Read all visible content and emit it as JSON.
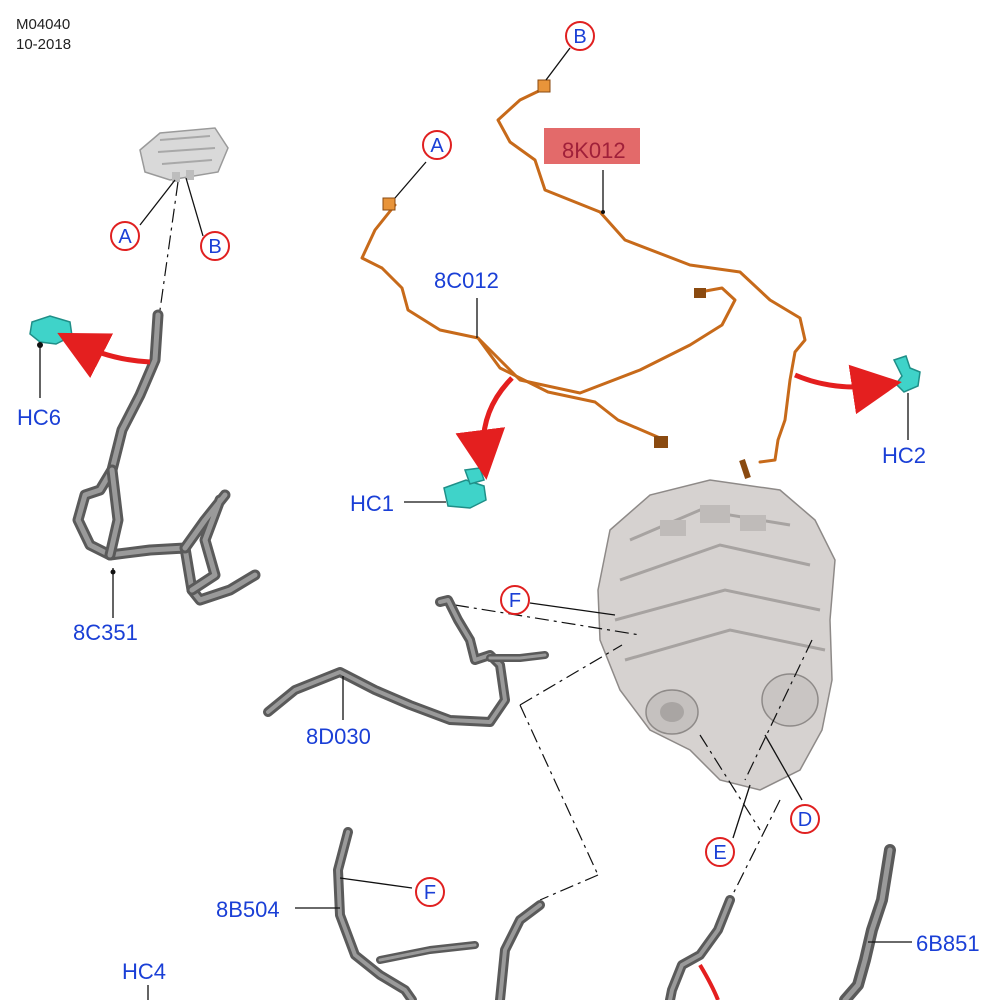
{
  "header": {
    "code": "M04040",
    "date": "10-2018"
  },
  "parts": {
    "p8K012": "8K012",
    "p8C012": "8C012",
    "p8C351": "8C351",
    "p8D030": "8D030",
    "p8B504": "8B504",
    "p6B851": "6B851",
    "pHC1": "HC1",
    "pHC2": "HC2",
    "pHC4": "HC4",
    "pHC6": "HC6"
  },
  "callouts": {
    "A": "A",
    "B": "B",
    "D": "D",
    "E": "E",
    "F": "F"
  },
  "colors": {
    "label": "#1a3fd6",
    "highlight": "#e36a6a",
    "arrow": "#e41f1f",
    "harness": "#c76a1a",
    "clip": "#3fd3c9",
    "hose": "#6e6e6e"
  }
}
